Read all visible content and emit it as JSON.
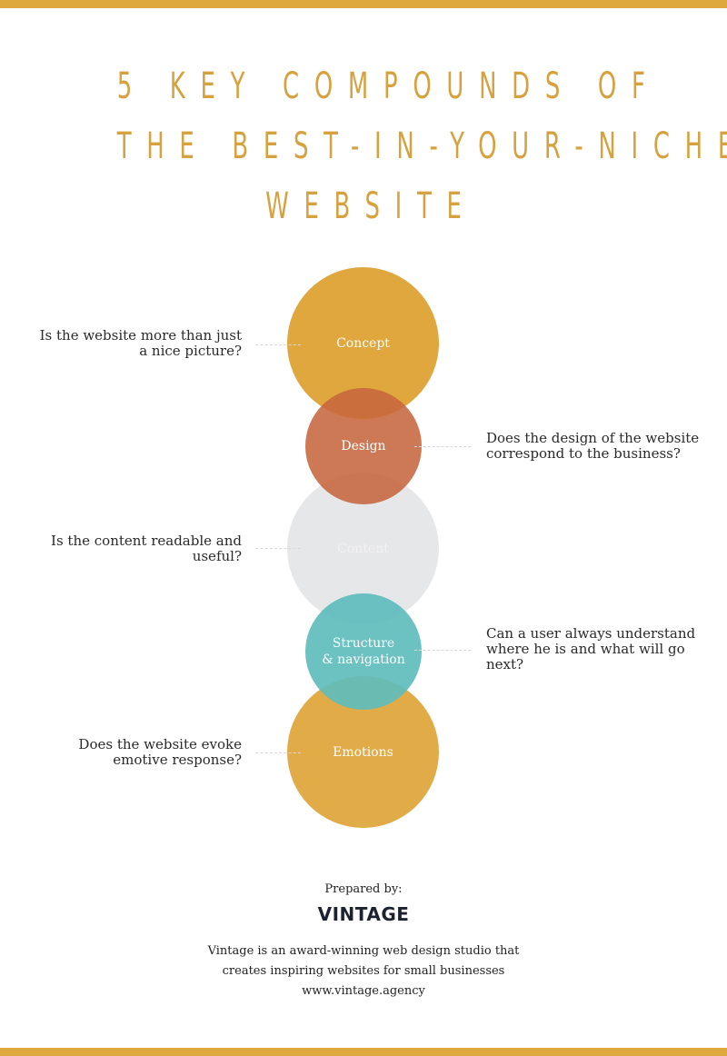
{
  "title": {
    "line1": "5 KEY COMPOUNDS OF",
    "line2": "THE BEST-IN-YOUR-NICHE",
    "line3": "WEBSITE"
  },
  "circles": [
    {
      "label": "Concept",
      "question": "Is the website more than just a nice picture?",
      "color": "#dea438"
    },
    {
      "label": "Design",
      "question": "Does the design of the website correspond to the business?",
      "color": "#c7663e"
    },
    {
      "label": "Content",
      "question": "Is the content readable and useful?",
      "color": "#e2e3e5"
    },
    {
      "label": "Structure & navigation",
      "question": "Can a user always understand where he is and what will go next?",
      "color": "#60bcbc"
    },
    {
      "label": "Emotions",
      "question": "Does the website evoke emotive response?",
      "color": "#dea438"
    }
  ],
  "questions_lines": {
    "q1": [
      "Is the website more than just",
      "a nice picture?"
    ],
    "q2": [
      "Does the design of the website",
      "correspond to the business?"
    ],
    "q3": [
      "Is the content readable and",
      "useful?"
    ],
    "q4": [
      "Can a user always understand",
      "where he is and what will go",
      "next?"
    ],
    "q5": [
      "Does the website evoke",
      "emotive response?"
    ]
  },
  "structure_label_lines": [
    "Structure",
    "& navigation"
  ],
  "footer": {
    "prepared": "Prepared by:",
    "logo": "VINTAGE",
    "about_line1": "Vintage is an award-winning web design studio that",
    "about_line2": "creates inspiring websites for small businesses",
    "url": "www.vintage.agency"
  },
  "colors": {
    "accent": "#dea83e",
    "title": "#d6a23f"
  }
}
